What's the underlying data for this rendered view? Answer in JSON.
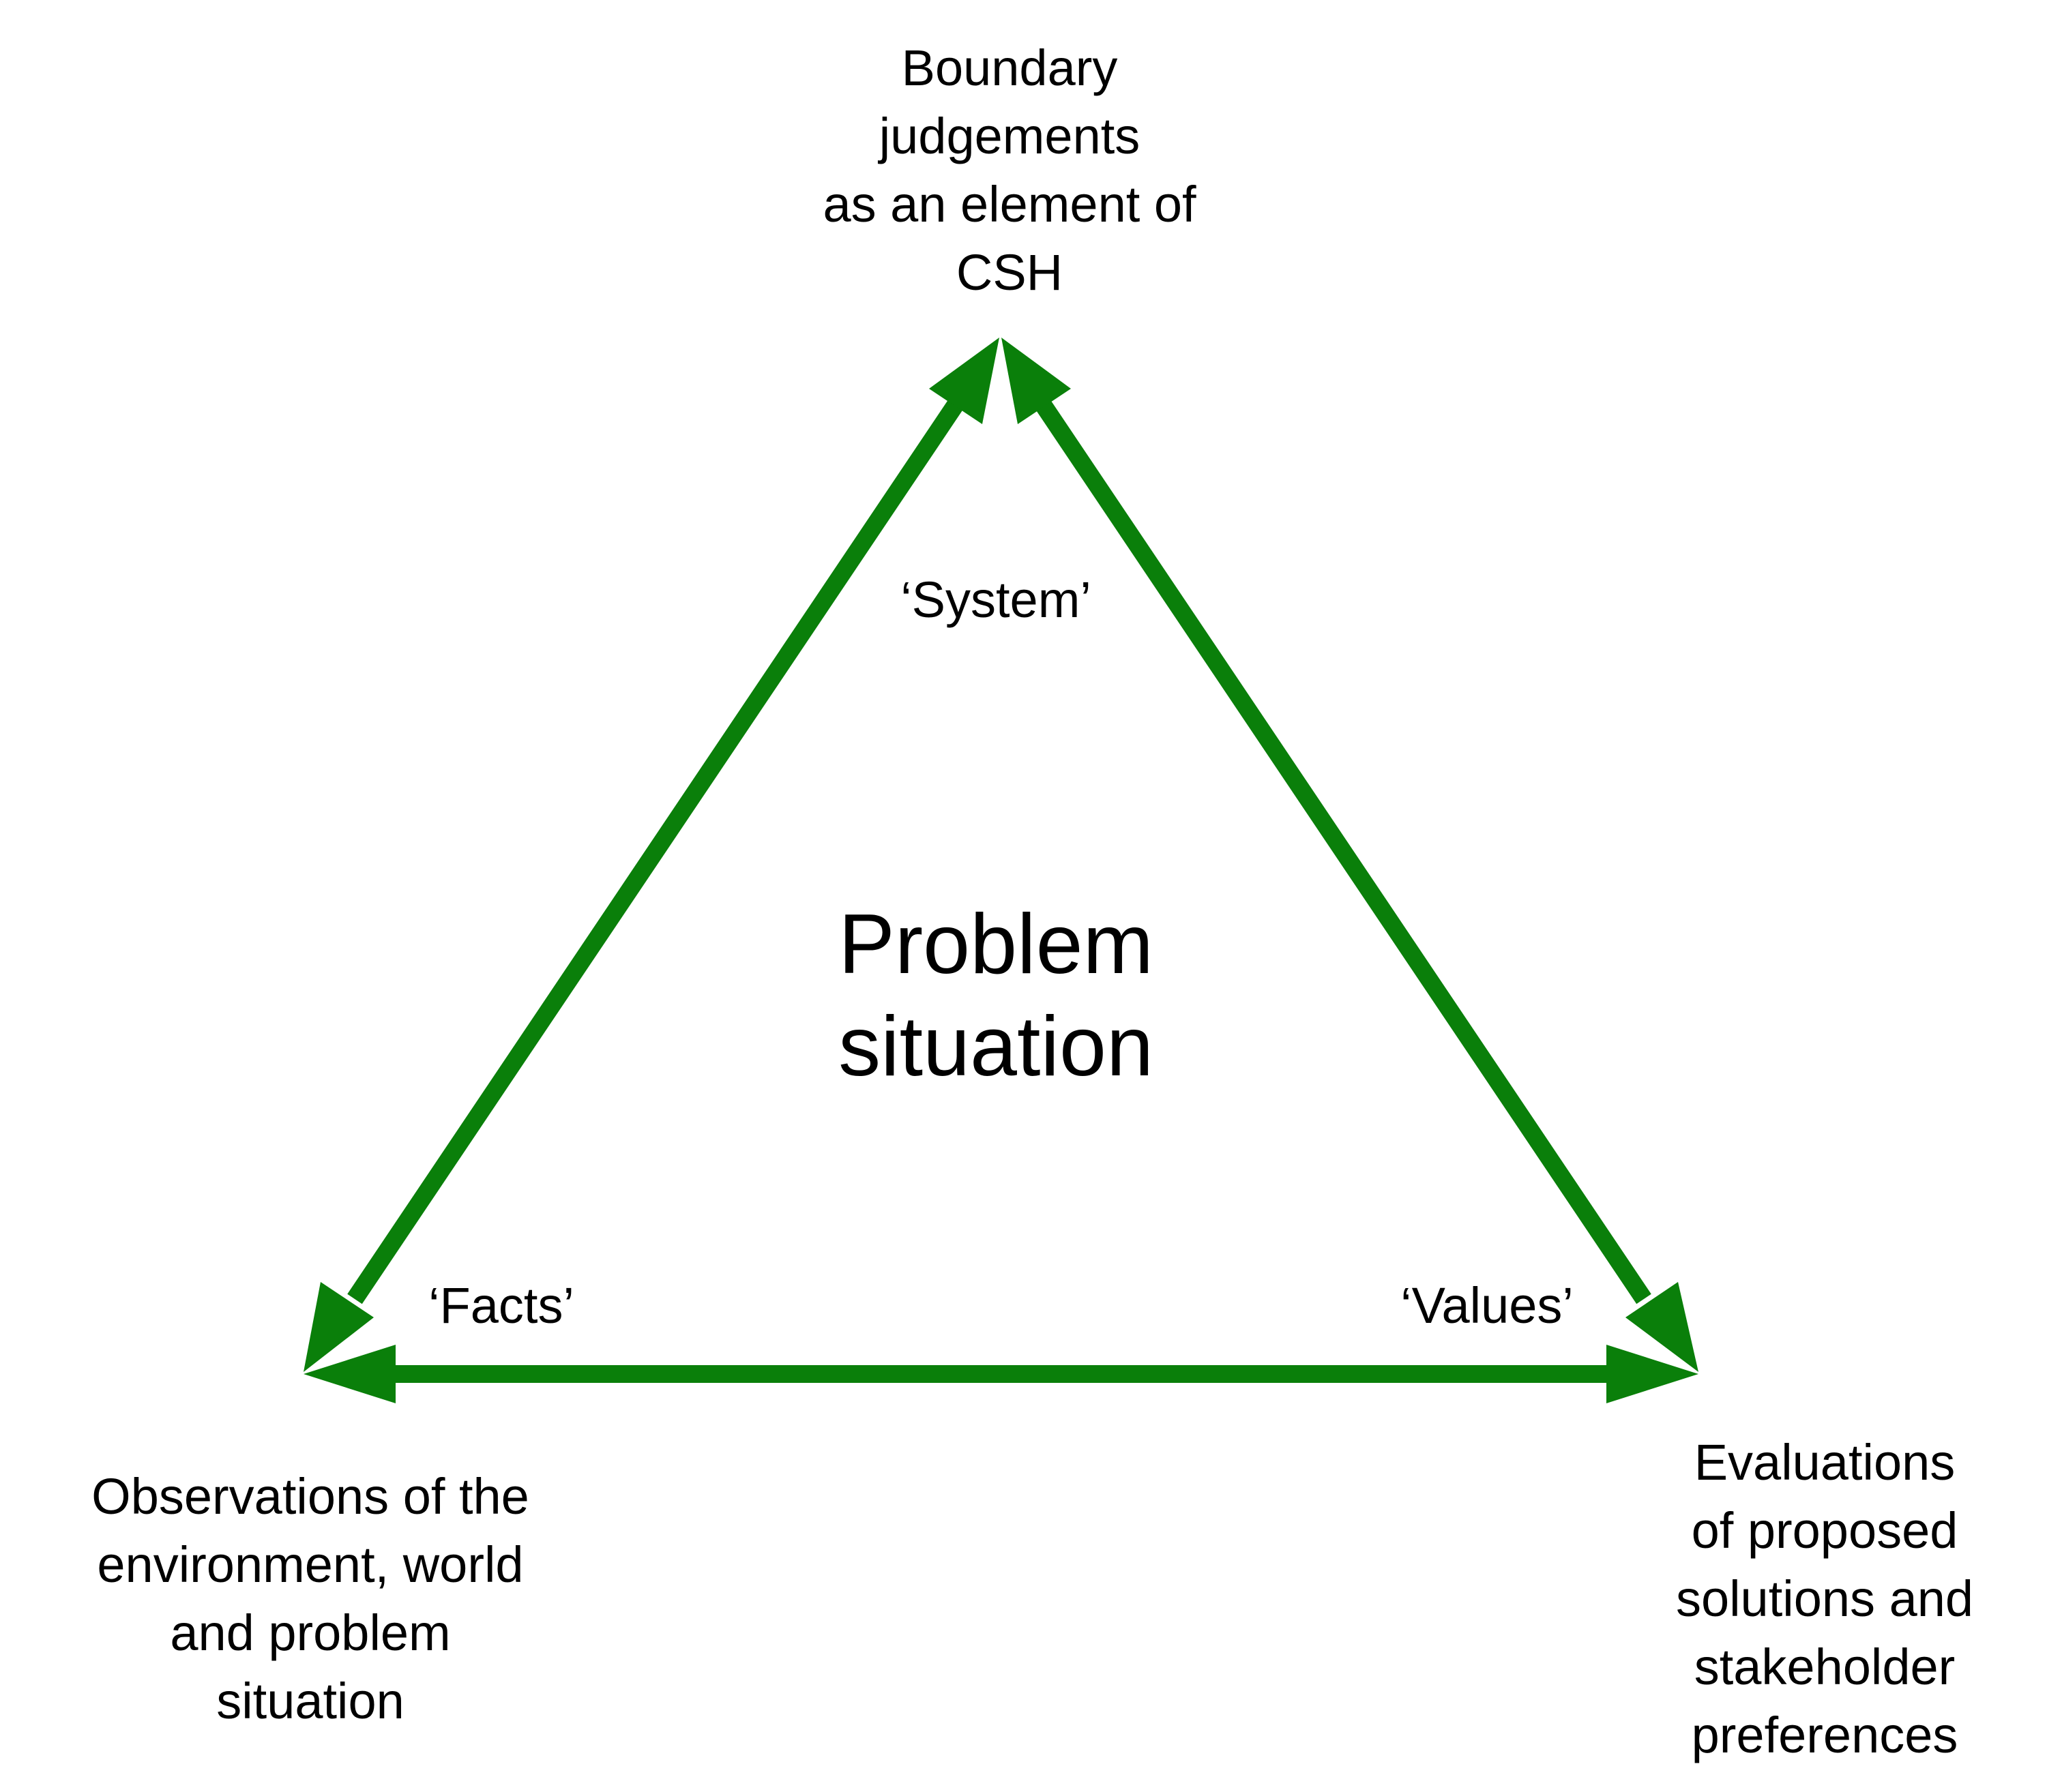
{
  "diagram": {
    "accent_color": "#0a7f0a",
    "center": {
      "lines": [
        "Problem",
        "situation"
      ]
    },
    "nodes": {
      "top": {
        "lines": [
          "Boundary",
          "judgements",
          "as an element of",
          "CSH"
        ]
      },
      "bottom_left": {
        "lines": [
          "Observations of the",
          "environment, world",
          "and problem",
          "situation"
        ]
      },
      "bottom_right": {
        "lines": [
          "Evaluations",
          "of proposed",
          "solutions and",
          "stakeholder",
          "preferences"
        ]
      }
    },
    "edges": {
      "top": "‘System’",
      "left": "‘Facts’",
      "right": "‘Values’"
    }
  }
}
